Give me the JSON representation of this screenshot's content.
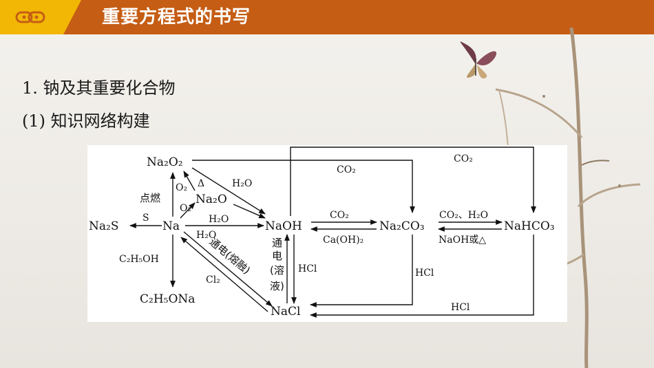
{
  "header": {
    "title": "重要方程式的书写",
    "icon": "chain-link-icon"
  },
  "content": {
    "section_title": "1. 钠及其重要化合物",
    "sub_title": "(1) 知识网络构建"
  },
  "diagram": {
    "nodes": {
      "na2o2": "Na₂O₂",
      "na2o": "Na₂O",
      "na": "Na",
      "na2s": "Na₂S",
      "naoh": "NaOH",
      "na2co3": "Na₂CO₃",
      "nahco3": "NaHCO₃",
      "nacl": "NaCl",
      "c2h5ona": "C₂H₅ONa"
    },
    "labels": {
      "dianran": "点燃",
      "o2_a": "O₂",
      "o2_b": "O₂",
      "delta": "Δ",
      "h2o_a": "H₂O",
      "h2o_b": "H₂O",
      "h2o_c": "H₂O",
      "s": "S",
      "c2h5oh": "C₂H₅OH",
      "cl2": "Cl₂",
      "dianjie_melt": "通电(熔融)",
      "dianjie_soln_1": "通",
      "dianjie_soln_2": "电",
      "dianjie_soln_3": "(溶",
      "dianjie_soln_4": "液)",
      "hcl_naoh": "HCl",
      "co2_top_mid": "CO₂",
      "co2_top_right": "CO₂",
      "co2_naoh": "CO₂",
      "caoh2": "Ca(OH)₂",
      "co2_h2o": "CO₂、H₂O",
      "naoh_or_delta": "NaOH或△",
      "hcl_na2co3": "HCl",
      "hcl_nahco3": "HCl"
    }
  }
}
